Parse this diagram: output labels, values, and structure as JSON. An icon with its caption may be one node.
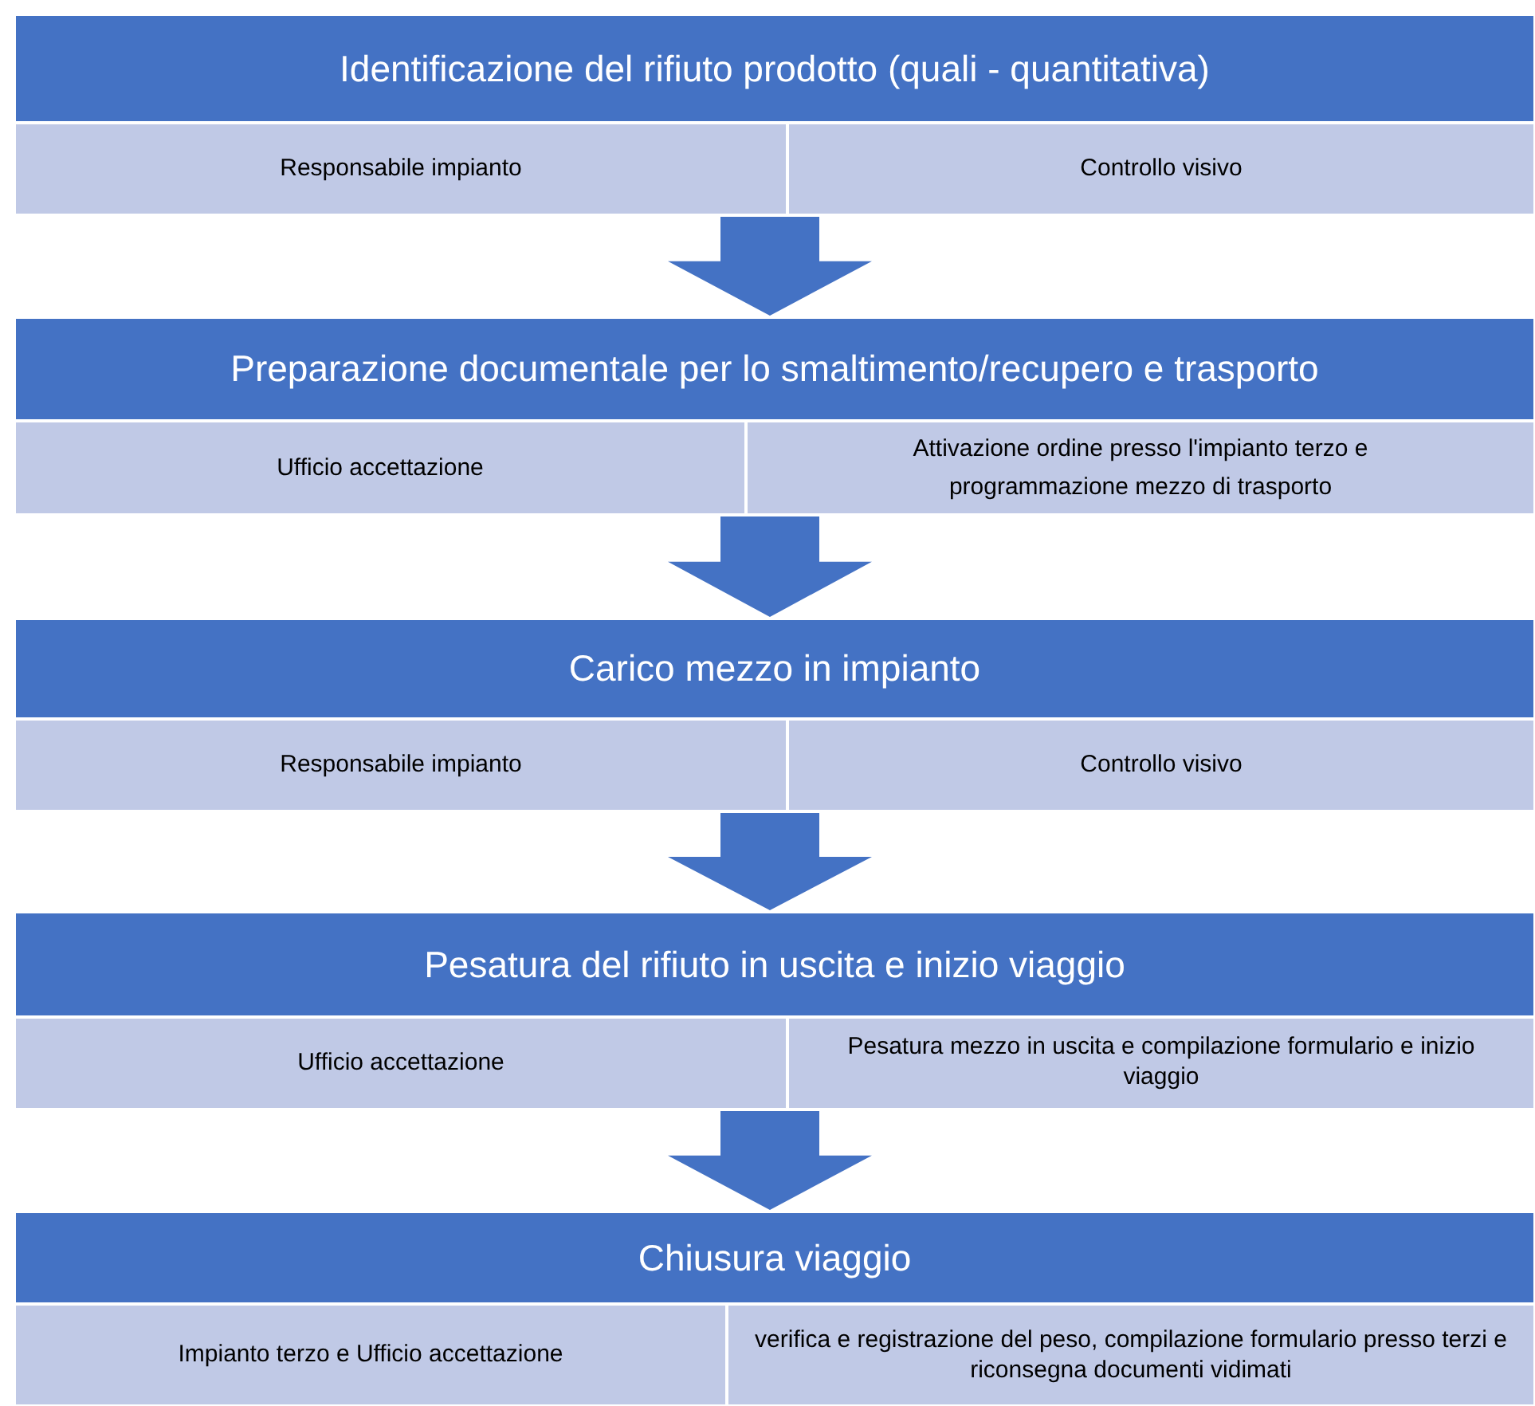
{
  "diagram": {
    "nodes": [
      {
        "text": [
          "Identificazione del rifiuto prodotto (quali - quantitativa)"
        ]
      },
      {
        "text": [
          "Responsabile impianto"
        ]
      },
      {
        "text": [
          "Controllo visivo"
        ]
      },
      {
        "text": [
          "Preparazione documentale per lo smaltimento/recupero e trasporto"
        ]
      },
      {
        "text": [
          "Ufficio accettazione"
        ]
      },
      {
        "text": [
          "Attivazione ordine presso l'impianto terzo e programmazione mezzo di trasporto"
        ]
      },
      {
        "text": [
          "Carico mezzo in impianto"
        ]
      },
      {
        "text": [
          "Responsabile impianto"
        ]
      },
      {
        "text": [
          "Controllo visivo"
        ]
      },
      {
        "text": [
          "Pesatura del rifiuto in uscita e inizio viaggio"
        ]
      },
      {
        "text": [
          "Ufficio accettazione"
        ]
      },
      {
        "text": [
          "Pesatura mezzo in uscita e compilazione formulario e inizio viaggio"
        ]
      },
      {
        "text": [
          "Chiusura viaggio"
        ]
      },
      {
        "text": [
          "Impianto terzo e Ufficio accettazione"
        ]
      },
      {
        "text": [
          "verifica e registrazione del peso, compilazione formulario presso terzi e riconsegna documenti vidimati"
        ]
      }
    ],
    "edges": [
      {
        "from": 1,
        "to": 3,
        "arrow": "to"
      },
      {
        "from": 4,
        "to": 6,
        "arrow": "to"
      },
      {
        "from": 7,
        "to": 9,
        "arrow": "to"
      },
      {
        "from": 10,
        "to": 12,
        "arrow": "to"
      }
    ]
  }
}
